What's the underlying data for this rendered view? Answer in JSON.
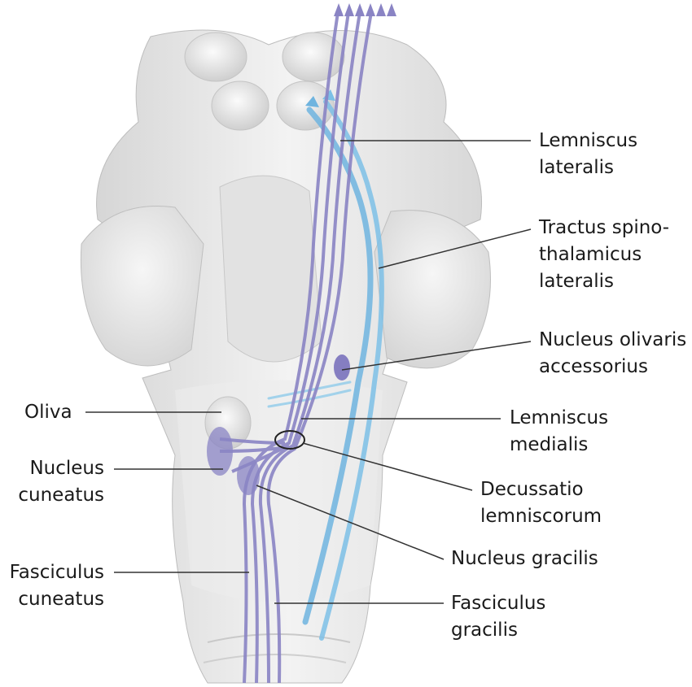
{
  "colors": {
    "tissue": "#eeeeee",
    "tissue_shadow": "#c9c9c9",
    "medial_tract": "#8a84c4",
    "lateral_tract": "#6fb4df",
    "leader_line": "#333333"
  },
  "labels": {
    "lemniscus_lateralis": [
      "Lemniscus",
      "lateralis"
    ],
    "tractus_spinothalamicus": [
      "Tractus spino-",
      "thalamicus",
      "lateralis"
    ],
    "nucleus_olivaris": [
      "Nucleus olivaris",
      "accessorius"
    ],
    "lemniscus_medialis": [
      "Lemniscus",
      "medialis"
    ],
    "decussatio": [
      "Decussatio",
      "lemniscorum"
    ],
    "nucleus_gracilis": [
      "Nucleus gracilis"
    ],
    "fasciculus_gracilis": [
      "Fasciculus",
      "gracilis"
    ],
    "oliva": [
      "Oliva"
    ],
    "nucleus_cuneatus": [
      "Nucleus",
      "cuneatus"
    ],
    "fasciculus_cuneatus": [
      "Fasciculus",
      "cuneatus"
    ]
  }
}
